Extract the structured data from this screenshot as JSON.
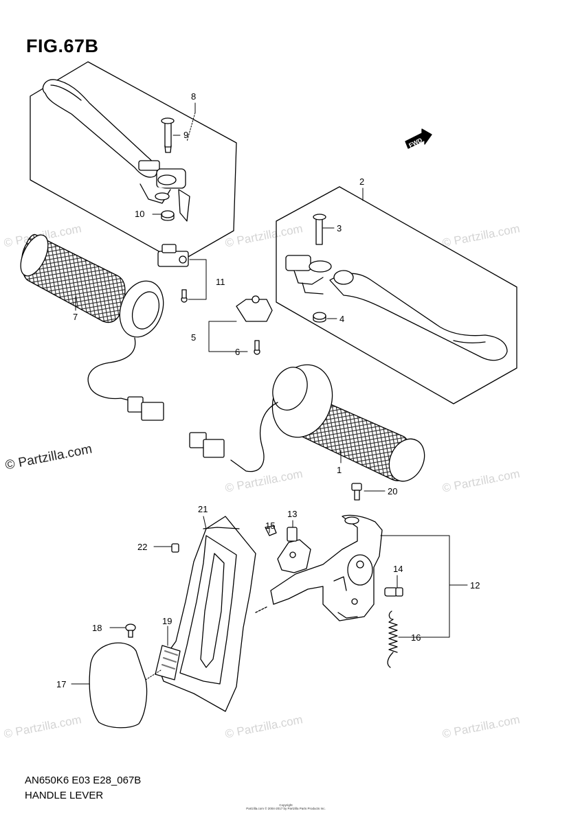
{
  "figure": {
    "title": "FIG.67B",
    "model_code": "AN650K6 E03 E28_067B",
    "section_name": "HANDLE LEVER",
    "fwd_label": "FWD",
    "copyright_line1": "Copyright",
    "copyright_line2": "Partzilla.com © 2004-2017 by Partzilla Parts Products Inc."
  },
  "watermarks": {
    "text": "© Partzilla.com",
    "main_text": "© Partzilla.com"
  },
  "callouts": {
    "c1": "1",
    "c2": "2",
    "c3": "3",
    "c4": "4",
    "c5": "5",
    "c6": "6",
    "c7": "7",
    "c8": "8",
    "c9": "9",
    "c10": "10",
    "c11": "11",
    "c12": "12",
    "c13": "13",
    "c14": "14",
    "c15": "15",
    "c16": "16",
    "c17": "17",
    "c18": "18",
    "c19": "19",
    "c20": "20",
    "c21": "21",
    "c22": "22"
  }
}
